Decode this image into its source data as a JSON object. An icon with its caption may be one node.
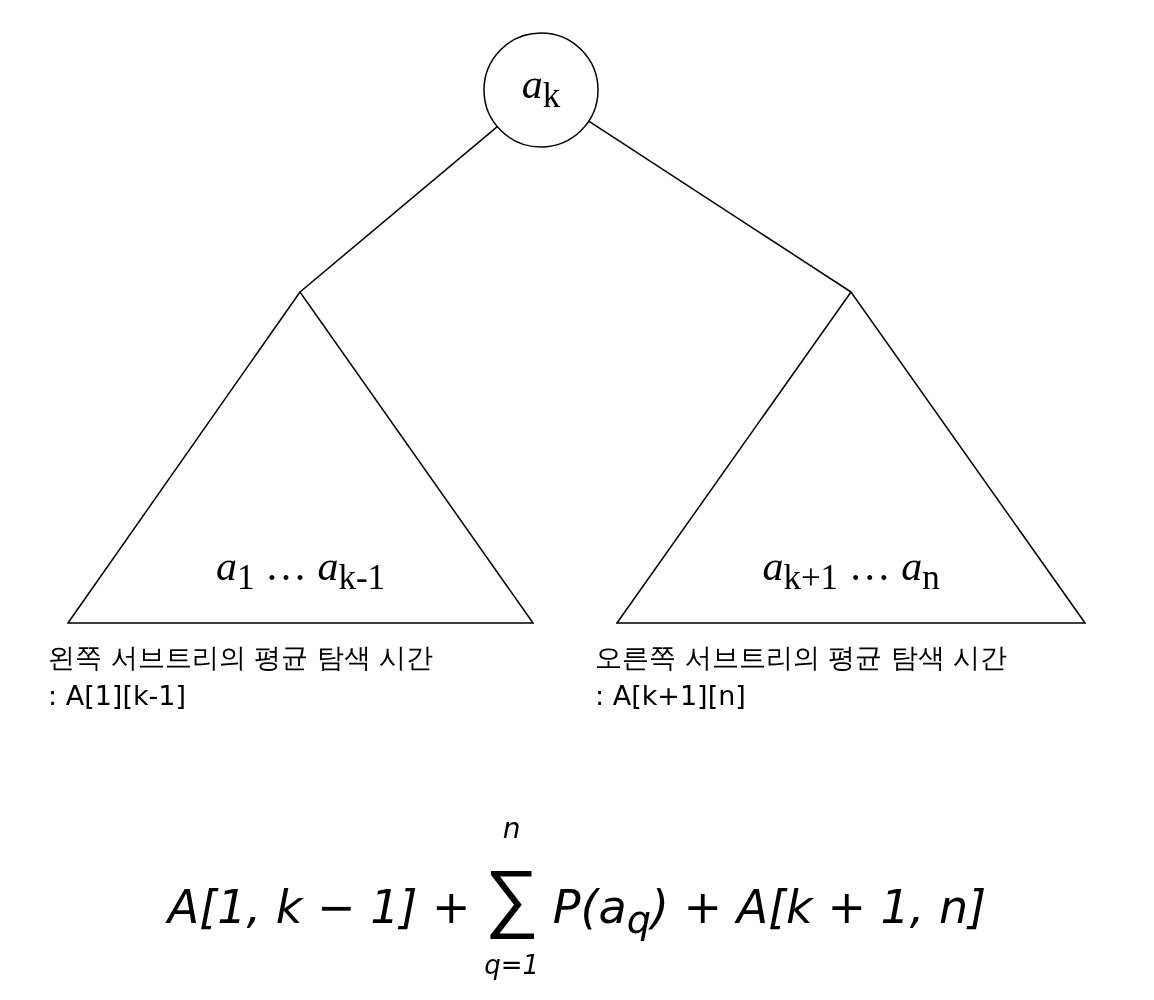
{
  "diagram": {
    "nodes": [
      {
        "text": [
          "*a*$_{k}$"
        ]
      },
      {
        "text": [
          "*a*$_{1}$ … *a*$_{k-1}$"
        ],
        "beside": [
          "왼쪽 서브트리의 평균 탐색 시간",
          ":  A[1][k-1]"
        ]
      },
      {
        "text": [
          "*a*$_{k+1}$ … *a*$_{n}$"
        ],
        "beside": [
          "오른쪽 서브트리의 평균 탐색 시간",
          ":  A[k+1][n]"
        ]
      }
    ],
    "edges": [
      {
        "from": 0,
        "to": 1,
        "arrow": "none"
      },
      {
        "from": 0,
        "to": 2,
        "arrow": "none"
      }
    ],
    "labels": [
      "A[1, k − 1] +",
      "n",
      "∑",
      "q=1",
      "P(a$_{q}$) + A[k + 1, n]"
    ]
  }
}
